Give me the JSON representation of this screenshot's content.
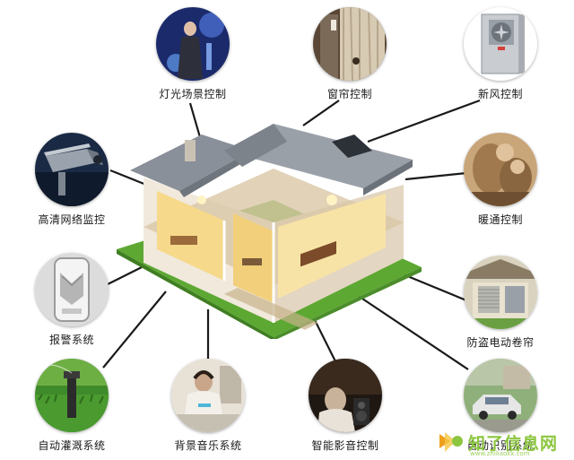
{
  "features": [
    {
      "id": "lighting",
      "label": "灯光场景控制",
      "icon": "lighting-scene-icon"
    },
    {
      "id": "curtain",
      "label": "窗帘控制",
      "icon": "curtain-icon"
    },
    {
      "id": "fresh_air",
      "label": "新风控制",
      "icon": "fresh-air-unit-icon"
    },
    {
      "id": "hvac",
      "label": "暖通控制",
      "icon": "hvac-icon"
    },
    {
      "id": "shutter",
      "label": "防盗电动卷帘",
      "icon": "rolling-shutter-icon"
    },
    {
      "id": "vehicle_id",
      "label": "自动识别系统",
      "icon": "car-recognition-icon"
    },
    {
      "id": "home_theater",
      "label": "智能影音控制",
      "icon": "home-theater-icon"
    },
    {
      "id": "music",
      "label": "背景音乐系统",
      "icon": "music-listener-icon"
    },
    {
      "id": "irrigation",
      "label": "自动灌溉系统",
      "icon": "sprinkler-icon"
    },
    {
      "id": "alarm",
      "label": "报警系统",
      "icon": "motion-sensor-icon"
    },
    {
      "id": "cctv",
      "label": "高清网络监控",
      "icon": "cctv-camera-icon"
    }
  ],
  "center": {
    "icon": "smart-house-cutaway-icon"
  },
  "watermark": {
    "text": "知了信息网",
    "sub": "www.zhiliaoxx.com",
    "color": "#8cc63f"
  },
  "colors": {
    "line": "#1a1a1a",
    "lawn": "#5da832",
    "roof": "#8a9099",
    "interior_light": "#f6d98b"
  }
}
